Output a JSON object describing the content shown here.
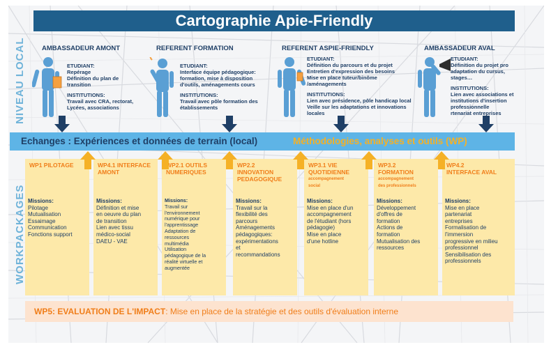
{
  "title": "Cartographie Apie-Friendly",
  "side_labels": {
    "local": "NIVEAU LOCAL",
    "workpackages": "WORKPACKAGES"
  },
  "roles": [
    {
      "title": "AMBASSADEUR AMONT",
      "student_head": "ETUDIANT:",
      "student_text": "Repérage\nDéfinition du plan de\ntransition",
      "inst_head": "INSTITUTIONS:",
      "inst_text": "Travail avec CRA, rectorat,\nLycées, associations"
    },
    {
      "title": "REFERENT FORMATION",
      "student_head": "ETUDIANT:",
      "student_text": "Interface équipe pédagogique:\nformation, mise à disposition\nd'outils, aménagements cours",
      "inst_head": "INSTITUTIONS:",
      "inst_text": "Travail avec pôle formation des\nétablissements"
    },
    {
      "title": "REFERENT ASPIE-FRIENDLY",
      "student_head": "ETUDIANT:",
      "student_text": "Définition du parcours et du projet\nEntretien d'expression des besoins\nMise en place tuteur/binôme\n/aménagements",
      "inst_head": "INSTITUTIONS:",
      "inst_text": "Lien avec présidence, pôle handicap local\nVeille sur les adaptations et innovations\nlocales"
    },
    {
      "title": "AMBASSADEUR AVAL",
      "student_head": "ETUDIANT:",
      "student_text": "Définition du projet pro\nadaptation du cursus,\nstages…",
      "inst_head": "INSTITUTIONS:",
      "inst_text": "Lien avec associations et\ninstitutions d'insertion\nprofessionnelle\nrtenariat entreprises"
    }
  ],
  "exchange": {
    "left": "Echanges : Expériences et données de terrain (local)",
    "right": "Méthodologies, analyses et outils (WP)"
  },
  "workpackages": [
    {
      "title": "WP1 PILOTAGE",
      "subtitle": "",
      "missions_head": "Missions:",
      "missions": "Pilotage\nMutualisation\nEssaimage\nCommunication\nFonctions support"
    },
    {
      "title": "WP4.1 INTERFACE\nAMONT",
      "subtitle": "",
      "missions_head": "Missions:",
      "missions": "Définition et mise\nen oeuvre du plan\nde transition\nLien avec tissu\nmédico-social\nDAEU - VAE"
    },
    {
      "title": "WP2.1 OUTILS\nNUMERIQUES",
      "subtitle": "",
      "missions_head": "Missions:",
      "missions": "Travail sur\nl'environnement\nnumérique pour\nl'apprentissage\nAdaptation de\nressources\nmultimédia\nUtilisation\npédagogique de la\nréalité virtuelle et\naugmentée"
    },
    {
      "title": "WP2.2\nINNOVATION\nPEDAGOGIQUE",
      "subtitle": "",
      "missions_head": "Missions:",
      "missions": "Travail sur la\nflexibilité des\nparcours\nAménagements\npédagogiques:\nexpérimentations\net\nrecommandations"
    },
    {
      "title": "WP3.1 VIE\nQUOTIDIENNE",
      "subtitle": "accompagnement\nsocial",
      "missions_head": "Missions:",
      "missions": "Mise en place d'un\naccompagnement\nde l'étudiant (hors\npédagogie)\nMise en place\nd'une hotline"
    },
    {
      "title": "WP3.2\nFORMATION",
      "subtitle": "accompagnement\ndes professionnels",
      "missions_head": "Missions:",
      "missions": "Développement\nd'offres de\nformation\nActions de\nformation\nMutualisation des\nressources"
    },
    {
      "title": "WP4.2\nINTERFACE AVAL",
      "subtitle": "",
      "missions_head": "Missions:",
      "missions": "Mise en place\npartenariat\nentreprises\nFormalisation de\nl'immersion\nprogressive en milieu\nprofessionnel\nSensibilisation des\nprofessionnels"
    }
  ],
  "wp5": {
    "head": "WP5: EVALUATION DE L'IMPACT",
    "text": ": Mise en place de la stratégie et des outils d'évaluation interne"
  },
  "colors": {
    "title_bg": "#1f5f8c",
    "exchange_bg": "#5eb4e6",
    "wp_bg": "#fde9a9",
    "wp_title": "#f07e1a",
    "wp5_bg": "#fde3cf",
    "arrow_up": "#f5b126",
    "arrow_down": "#1f3f66",
    "person": "#5a9fd4"
  }
}
